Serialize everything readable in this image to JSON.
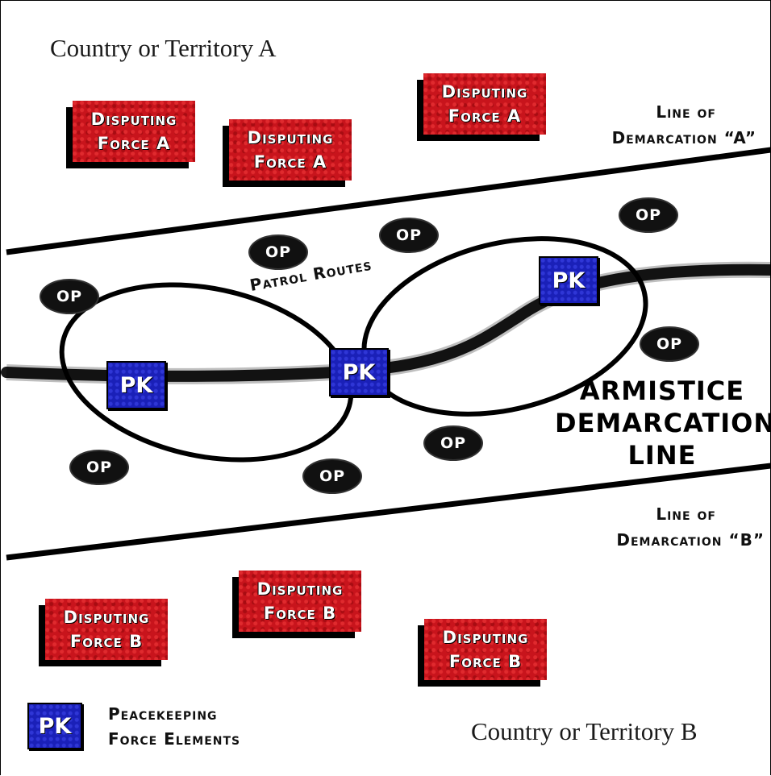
{
  "territory_a": "Country or Territory A",
  "territory_b": "Country or Territory B",
  "line_a": [
    "Line of",
    "Demarcation “A”"
  ],
  "line_b": [
    "Line of",
    "Demarcation “B”"
  ],
  "armistice": [
    "ARMISTICE",
    "DEMARCATION",
    "LINE"
  ],
  "patrol_routes": "Patrol Routes",
  "force_a": [
    "Disputing",
    "Force A"
  ],
  "force_b": [
    "Disputing",
    "Force B"
  ],
  "pk_label": "PK",
  "op_label": "OP",
  "legend": {
    "pk": "PK",
    "label": [
      "Peacekeeping",
      "Force Elements"
    ]
  },
  "colors": {
    "disputing_force": "#c8141c",
    "peacekeeping": "#1a20b8",
    "observation_post": "#111111"
  }
}
